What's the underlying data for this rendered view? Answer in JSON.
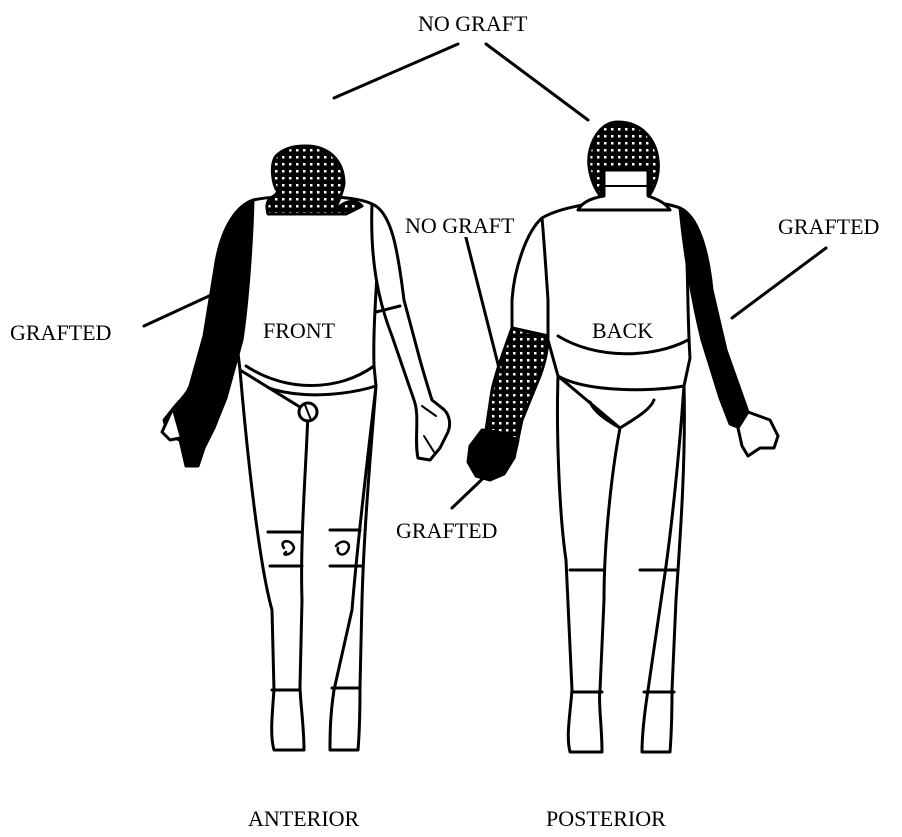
{
  "labels": {
    "top_no_graft": "NO GRAFT",
    "mid_no_graft": "NO GRAFT",
    "left_grafted": "GRAFTED",
    "right_grafted": "GRAFTED",
    "bottom_grafted": "GRAFTED",
    "front": "FRONT",
    "back": "BACK",
    "anterior": "ANTERIOR",
    "posterior": "POSTERIOR"
  },
  "legend": {
    "grafted_fill": "solid black",
    "no_graft_fill": "dotted black"
  },
  "colors": {
    "ink": "#000000",
    "paper": "#ffffff"
  }
}
